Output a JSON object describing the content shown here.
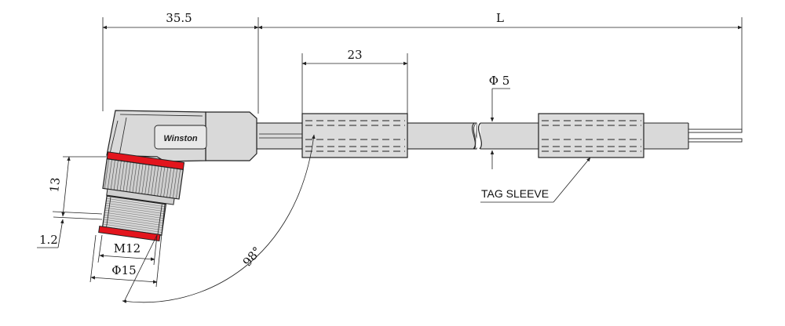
{
  "dimensions": {
    "connector_length": "35.5",
    "cable_length": "L",
    "sleeve_length": "23",
    "cable_diameter": "Φ 5",
    "nut_height": "13",
    "offset": "1.2",
    "thread": "M12",
    "outer_diameter": "Φ15",
    "angle": "98°"
  },
  "labels": {
    "brand": "Winston",
    "tag_sleeve": "TAG SLEEVE"
  },
  "colors": {
    "line": "#222222",
    "body_fill": "#d9d9d9",
    "ring": "#e3151d",
    "background": "#ffffff"
  }
}
